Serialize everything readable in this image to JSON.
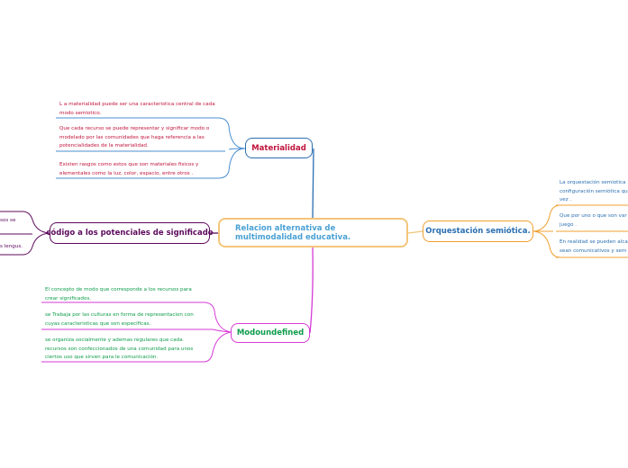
{
  "central": {
    "text": "Relacion alternativa de  multimodalidad educativa."
  },
  "colors": {
    "materialidad": "#c0143c",
    "modo": "#c238c2",
    "codigo": "#5c0a5c",
    "orquestacion": "#2b6fb0",
    "central_border": "#f3c57a",
    "central_text": "#4aa1d4"
  },
  "materialidad": {
    "label": "Materialidad",
    "items": [
      "L a materialidad  puede ser  una caracteristica central de cada modo semiotico.",
      "Que cada  recurso se puede representar y significar modo o modelado por  las comunidades que haga referencia a las potencialidades de  la materialidad.",
      "Existen rasgos como estos que  son materiales  fisicos y elementales como  la luz, color, espacio, entre otros ."
    ]
  },
  "modo": {
    "label": "Modoundefined",
    "items": [
      "El concepto de modo que corresponde a los recursos para crear significados.",
      "se Trabaja por las culturas en forma de representacion con cuyas caracteristicas que son especificas.",
      "se organiza socialmente y ademas regulares que cada recursos son confeccionados de una comunidad para unos ciertos uso que sirven para le  comunicación."
    ]
  },
  "codigo": {
    "label": "código a los potenciales de significado",
    "items": [
      "sos  se",
      "s lengus."
    ]
  },
  "orquestacion": {
    "label": "Orquestación semiótica.",
    "items": [
      "La orquestación semiotica configuración semiótica qu vez .",
      "Que por uno o que son var juego .",
      "En realidad se pueden alca sean comunicativos y sem"
    ]
  }
}
